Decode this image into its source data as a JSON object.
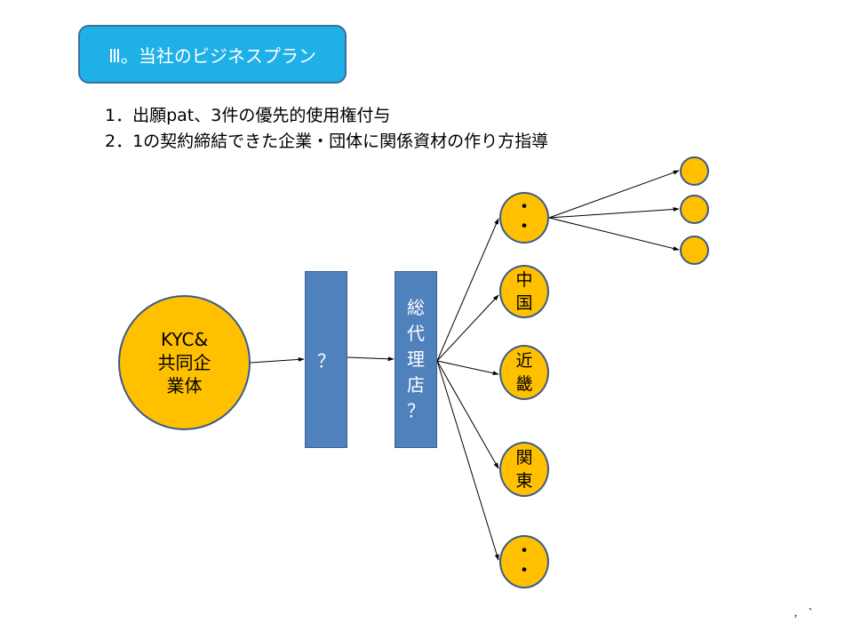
{
  "title": "Ⅲ。当社のビジネスプラン",
  "points": [
    "1．出願pat、3件の優先的使用権付与",
    "2．1の契約締結できた企業・団体に関係資材の作り方指導"
  ],
  "nodes": {
    "origin": {
      "line1": "KYC&",
      "line2": "共同企",
      "line3": "業体"
    },
    "unknown": "？",
    "agent": [
      "総",
      "代",
      "理",
      "店",
      "？"
    ],
    "region_top": [
      "・",
      "・"
    ],
    "region_china": [
      "中",
      "国"
    ],
    "region_kinki": [
      "近",
      "畿"
    ],
    "region_kanto": [
      "関",
      "東"
    ],
    "region_bottom": [
      "・",
      "・"
    ]
  },
  "corner_marks": [
    "，",
    "、"
  ],
  "colors": {
    "title_fill": "#1fb0e8",
    "node_fill": "#ffc000",
    "bar_fill": "#4f81bd",
    "outline": "#3b5a8a"
  }
}
